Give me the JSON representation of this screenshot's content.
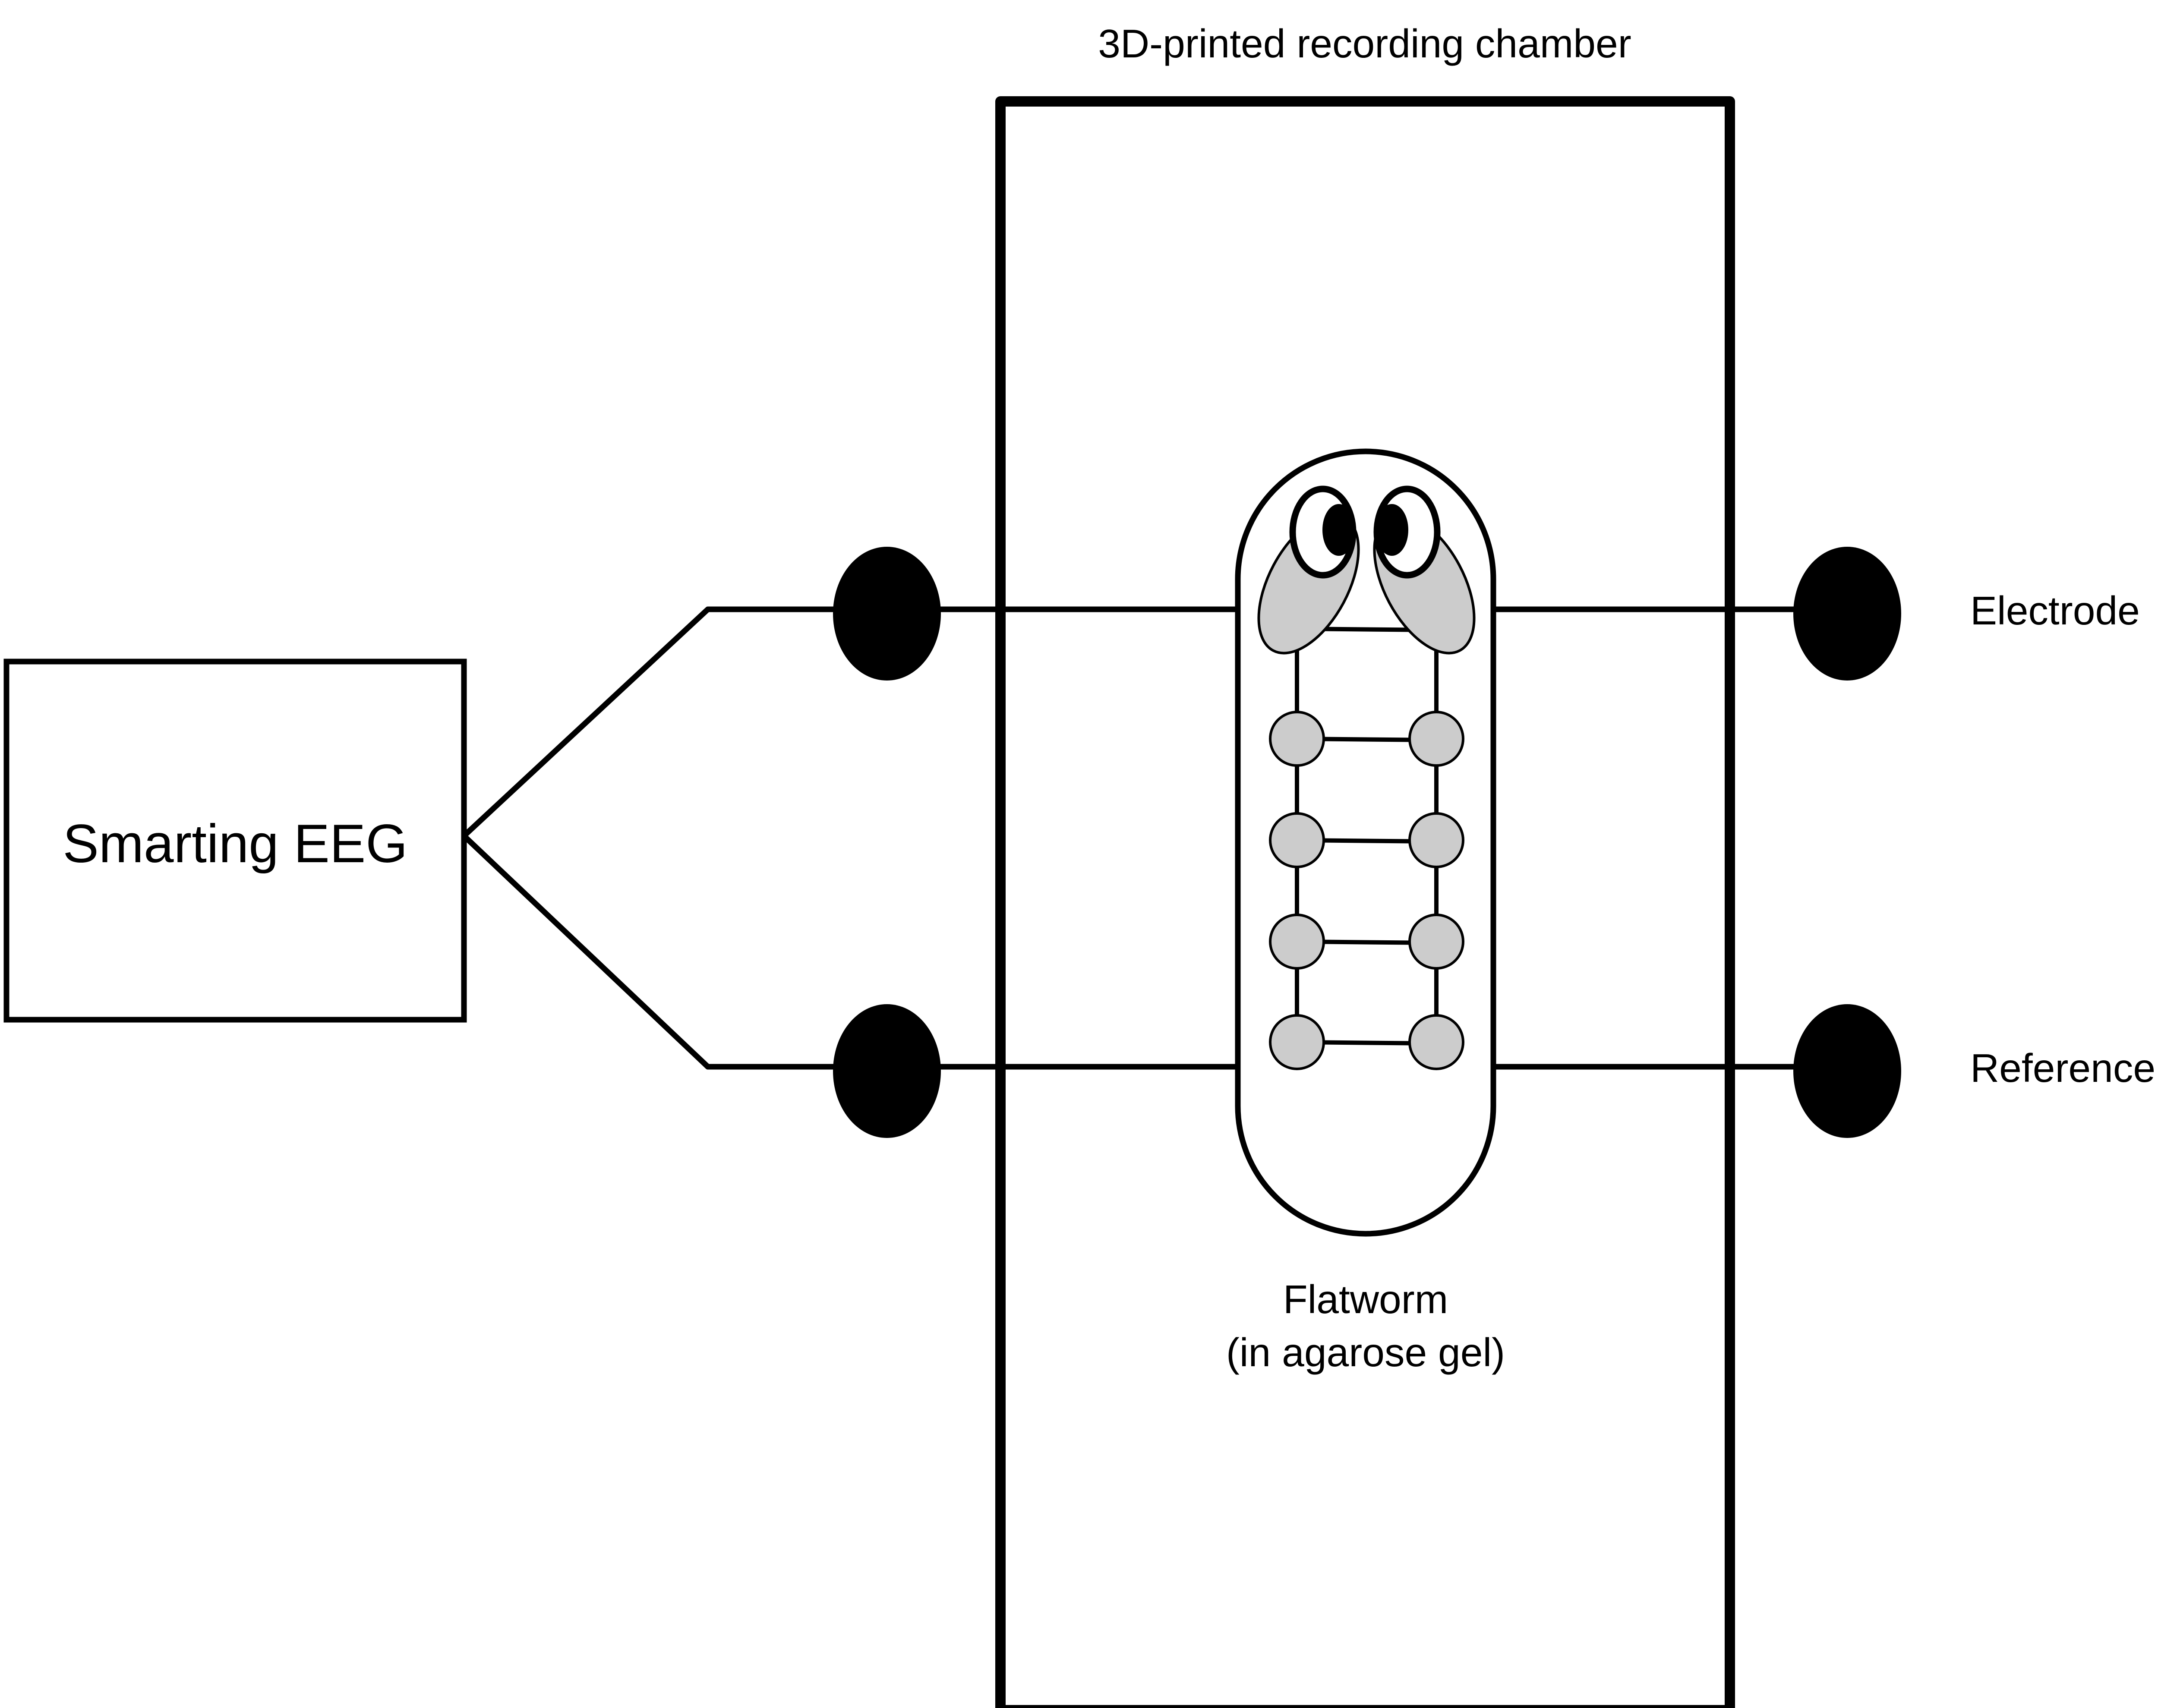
{
  "diagram": {
    "title": "3D-printed recording chamber",
    "device_label": "Smarting EEG",
    "electrode_label": "Electrode",
    "reference_label": "Reference",
    "specimen_label_line1": "Flatworm",
    "specimen_label_line2": "(in agarose gel)"
  },
  "colors": {
    "stroke": "#000000",
    "ganglion_fill": "#cccccc",
    "background": "#ffffff"
  }
}
